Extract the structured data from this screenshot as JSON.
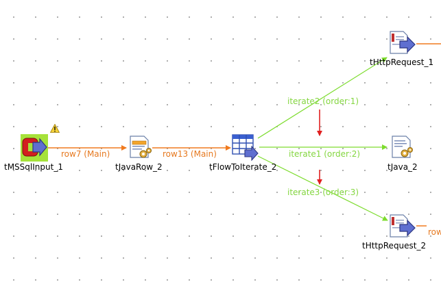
{
  "colors": {
    "main_flow": "#f07a1e",
    "iterate_flow": "#7ddc2e",
    "marker": "#e02020",
    "selected_bg": "#a6e23a"
  },
  "components": [
    {
      "id": "c1",
      "label": "tMSSqlInput_1",
      "icon": "database-input-icon",
      "selected": true,
      "warning": true
    },
    {
      "id": "c2",
      "label": "tJavaRow_2",
      "icon": "java-row-icon"
    },
    {
      "id": "c3",
      "label": "tFlowToIterate_2",
      "icon": "flow-to-iterate-icon"
    },
    {
      "id": "c4",
      "label": "tHttpRequest_1",
      "icon": "http-request-icon"
    },
    {
      "id": "c5",
      "label": "tJava_2",
      "icon": "java-icon"
    },
    {
      "id": "c6",
      "label": "tHttpRequest_2",
      "icon": "http-request-icon"
    }
  ],
  "links": [
    {
      "id": "l1",
      "label": "row7 (Main)",
      "type": "main"
    },
    {
      "id": "l2",
      "label": "row13 (Main)",
      "type": "main"
    },
    {
      "id": "l3",
      "label": "iterate2 (order:1)",
      "type": "iterate"
    },
    {
      "id": "l4",
      "label": "iterate1 (order:2)",
      "type": "iterate"
    },
    {
      "id": "l5",
      "label": "iterate3 (order:3)",
      "type": "iterate"
    },
    {
      "id": "l6",
      "label": "row",
      "type": "main"
    }
  ],
  "icons": {
    "warning": "warning-icon",
    "marker_arrow": "red-arrow-icon"
  }
}
